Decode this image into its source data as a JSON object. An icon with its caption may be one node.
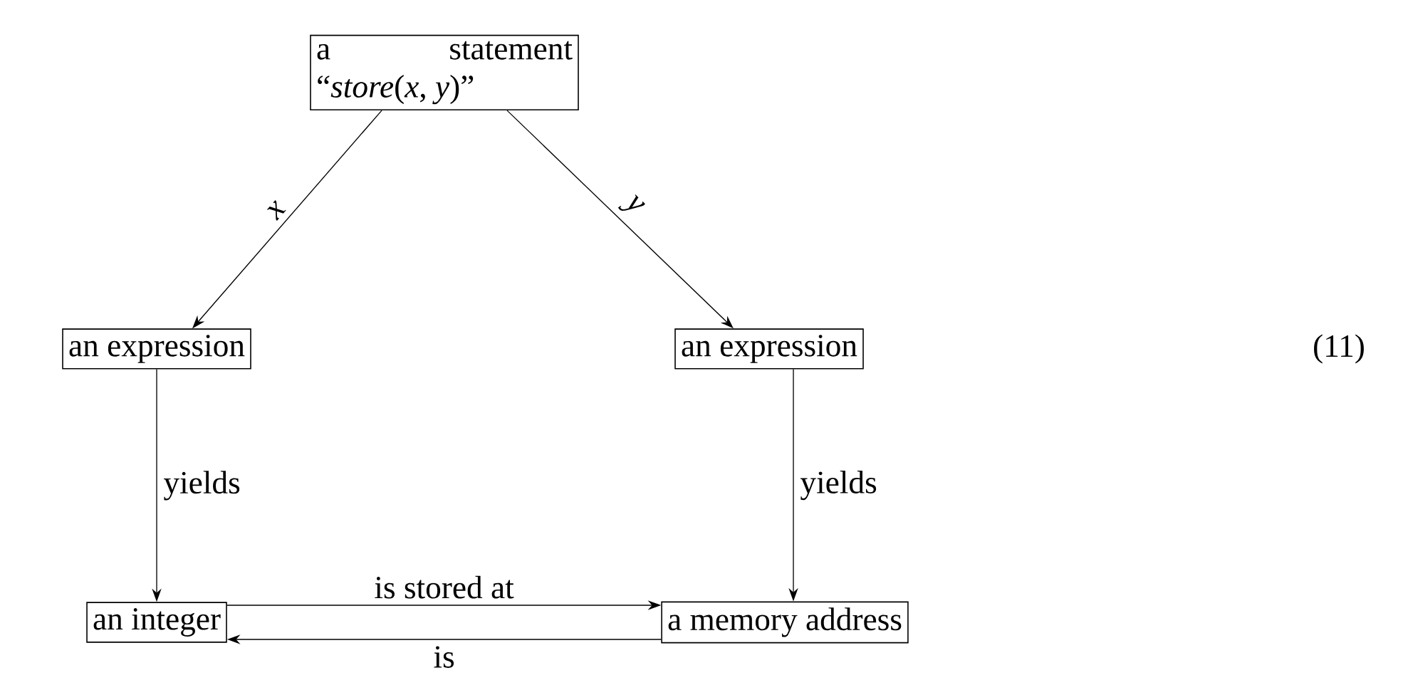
{
  "diagram": {
    "nodes": [
      {
        "text": [
          "a statement “*store*(*x*, *y*)”"
        ]
      },
      {
        "text": [
          "an expression"
        ]
      },
      {
        "text": [
          "an expression"
        ]
      },
      {
        "text": [
          "an integer"
        ]
      },
      {
        "text": [
          "a memory address"
        ]
      }
    ],
    "edges": [
      {
        "from": 0,
        "to": 1,
        "arrow": "to",
        "label": "x"
      },
      {
        "from": 0,
        "to": 2,
        "arrow": "to",
        "label": "y"
      },
      {
        "from": 1,
        "to": 3,
        "arrow": "to",
        "label": "yields"
      },
      {
        "from": 2,
        "to": 4,
        "arrow": "to",
        "label": "yields"
      },
      {
        "from": 3,
        "to": 4,
        "arrow": "to",
        "label": "is stored at"
      },
      {
        "from": 4,
        "to": 3,
        "arrow": "to",
        "label": "is"
      }
    ],
    "labels": [
      "(11)"
    ]
  }
}
